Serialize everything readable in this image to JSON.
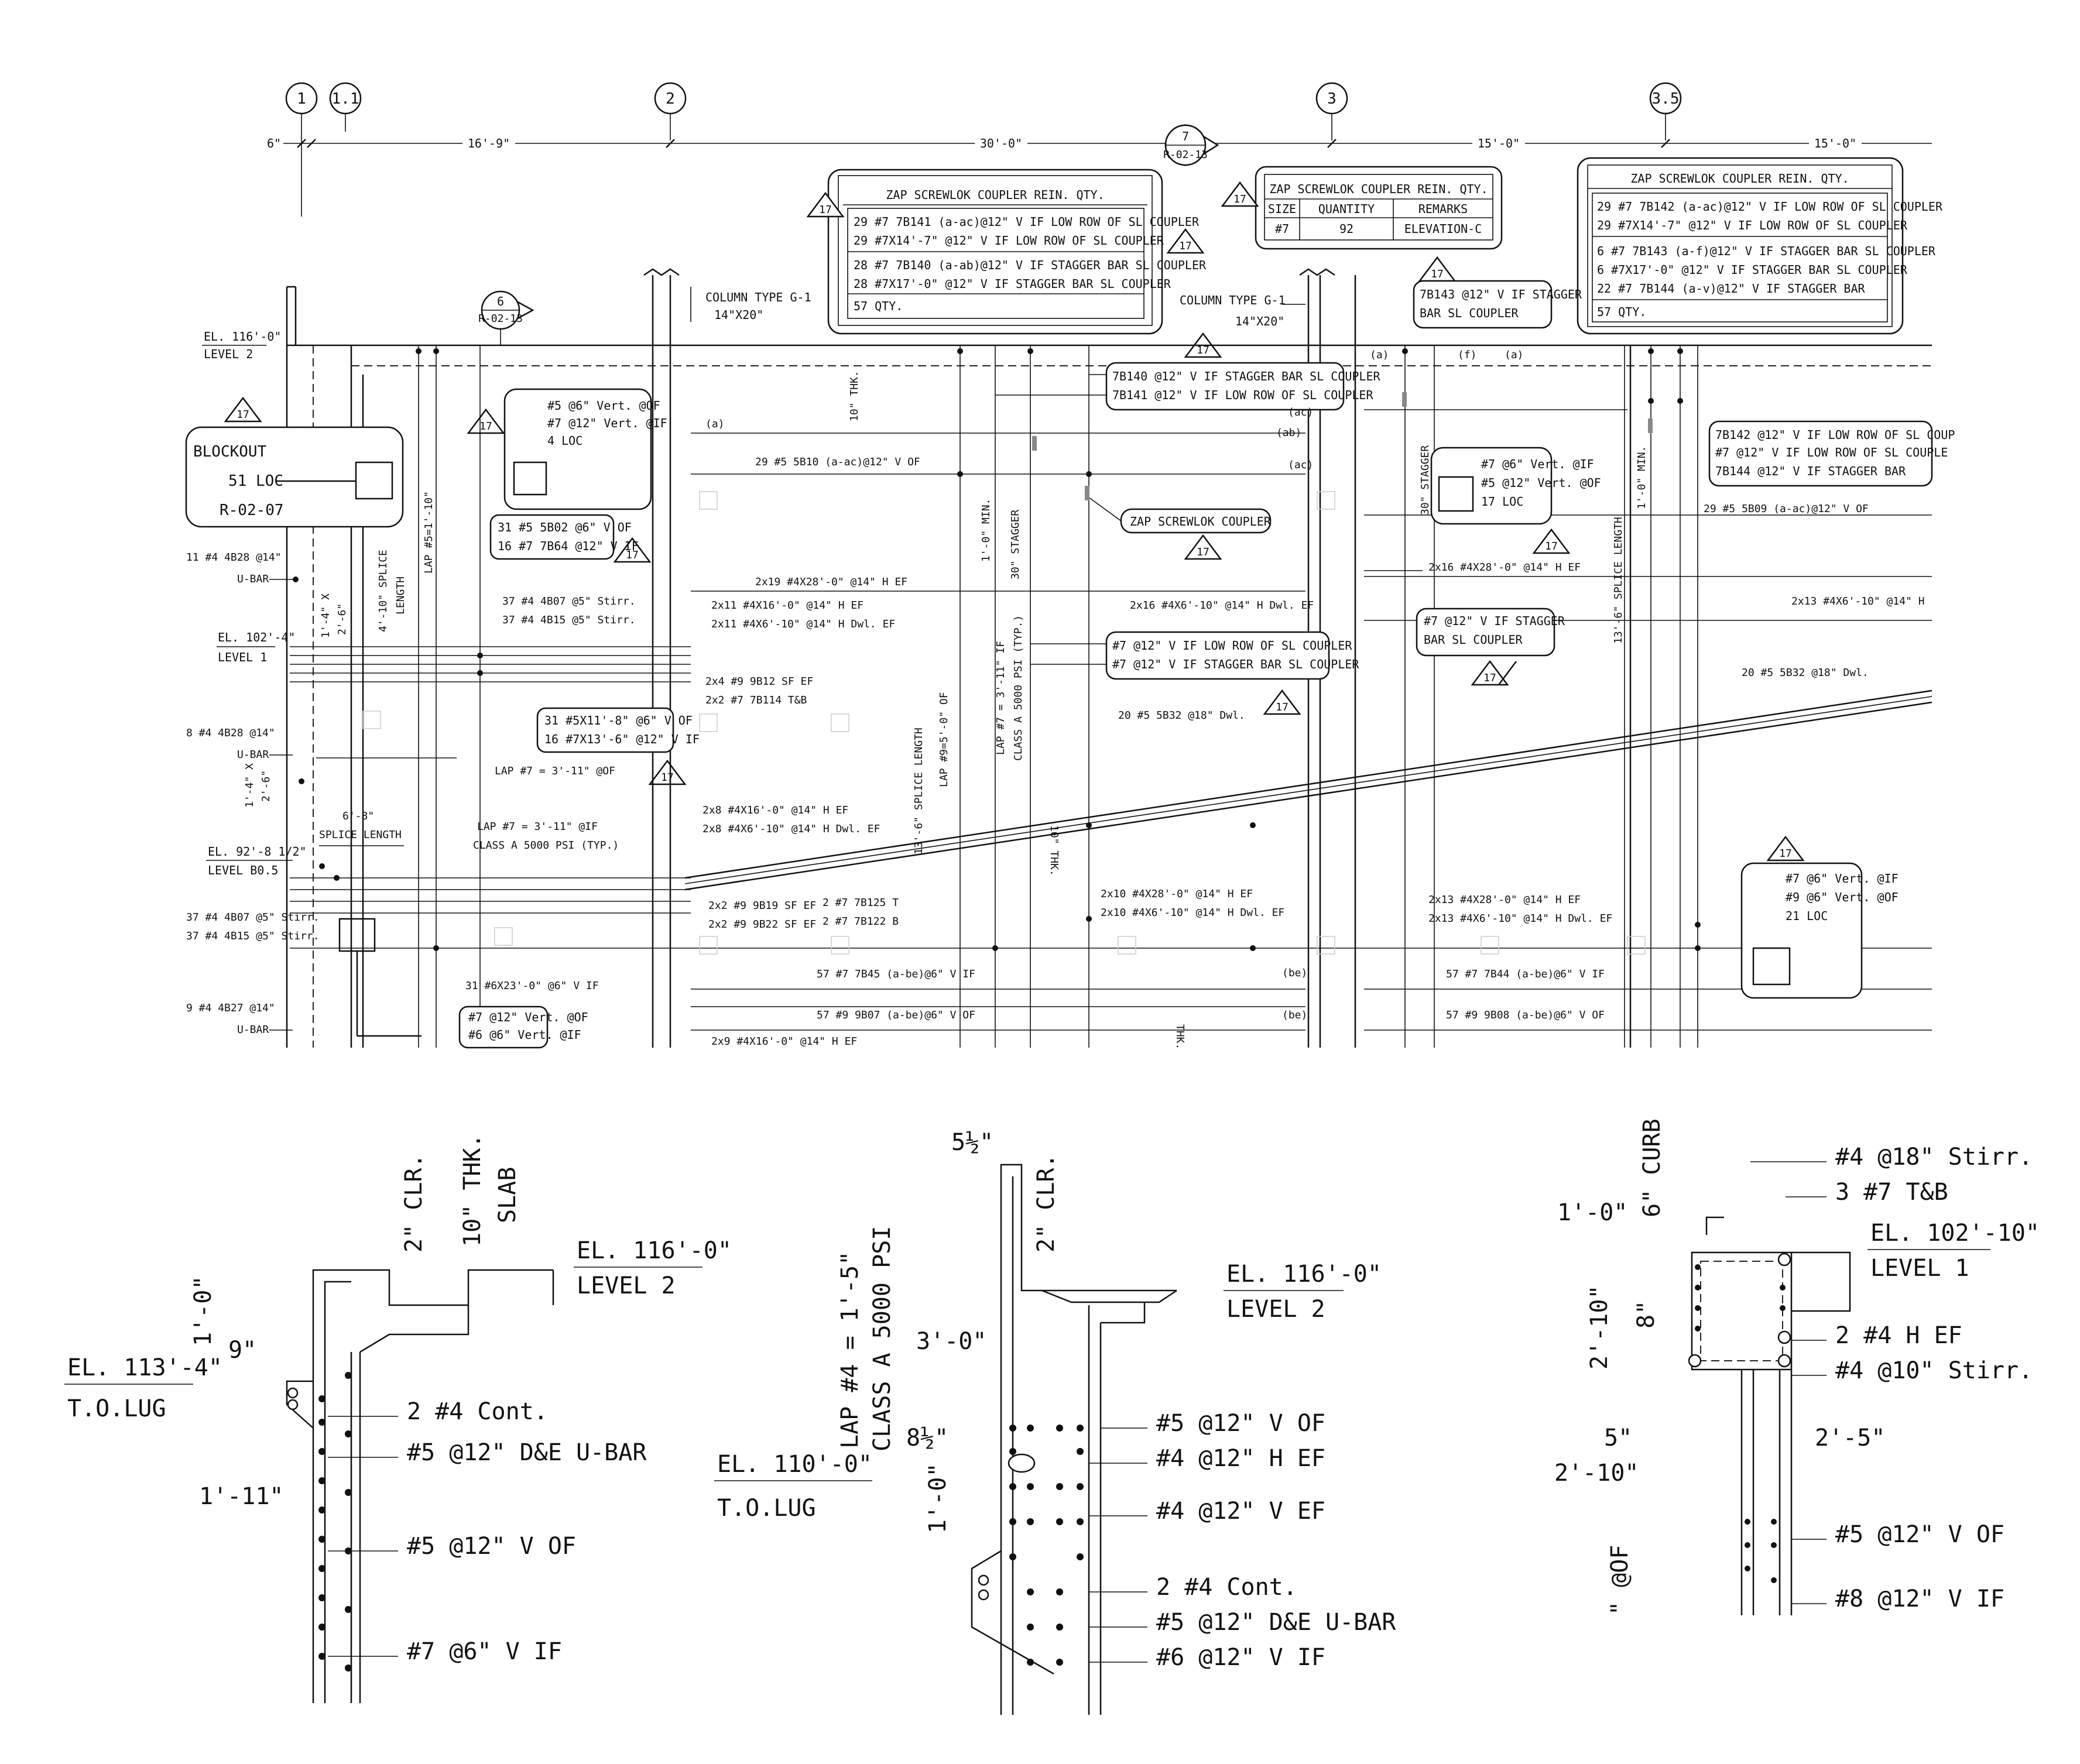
{
  "grid": {
    "bubbles": [
      "1",
      "1.1",
      "2",
      "3",
      "3.5"
    ],
    "spacings": [
      "6\"",
      "16'-9\"",
      "30'-0\"",
      "15'-0\"",
      "15'-0\""
    ]
  },
  "section_refs": [
    {
      "num": "7",
      "sheet": "R-02-13"
    },
    {
      "num": "6",
      "sheet": "R-02-13"
    }
  ],
  "revision": "17",
  "coupler_tables": {
    "left": {
      "title": "ZAP SCREWLOK COUPLER REIN. QTY.",
      "lines": [
        "29 #7 7B141 (a-ac)@12\" V IF LOW ROW OF SL COUPLER",
        "29 #7X14'-7\" @12\" V IF LOW ROW OF SL COUPLER",
        "28 #7 7B140 (a-ab)@12\" V IF STAGGER BAR SL COUPLER",
        "28 #7X17'-0\" @12\" V IF STAGGER BAR SL COUPLER",
        "57 QTY."
      ]
    },
    "middle": {
      "title": "ZAP SCREWLOK COUPLER REIN. QTY.",
      "headers": [
        "SIZE",
        "QUANTITY",
        "REMARKS"
      ],
      "row": [
        "#7",
        "92",
        "ELEVATION-C"
      ]
    },
    "right": {
      "title": "ZAP SCREWLOK COUPLER REIN. QTY.",
      "lines": [
        "29 #7 7B142 (a-ac)@12\" V IF LOW ROW OF SL COUPLER",
        "29 #7X14'-7\" @12\" V IF LOW ROW OF SL COUPLER",
        "6 #7 7B143 (a-f)@12\" V IF STAGGER BAR SL COUPLER",
        "6 #7X17'-0\" @12\" V IF STAGGER BAR SL COUPLER",
        "22 #7 7B144 (a-v)@12\" V IF STAGGER BAR",
        "57 QTY."
      ]
    }
  },
  "column_type": {
    "label": "COLUMN TYPE G-1",
    "size": "14\"X20\""
  },
  "levels": {
    "level2": {
      "el": "EL. 116'-0\"",
      "name": "LEVEL 2"
    },
    "level1": {
      "el": "EL. 102'-4\"",
      "name": "LEVEL 1"
    },
    "levelb05": {
      "el": "EL. 92'-8 1/2\"",
      "name": "LEVEL B0.5"
    }
  },
  "blockout": {
    "line1": "BLOCKOUT",
    "line2": "51 LOC",
    "line3": "R-02-07"
  },
  "callout_boxes": {
    "a": [
      "#5 @6\" Vert. @OF",
      "#7 @12\" Vert. @IF",
      "4 LOC"
    ],
    "b": [
      "#7 @6\" Vert. @IF",
      "#5 @12\" Vert. @OF",
      "17 LOC"
    ],
    "c": [
      "#7 @6\" Vert. @IF",
      "#9 @6\" Vert. @OF",
      "21 LOC"
    ],
    "d": [
      "#7 @12\" Vert. @OF",
      "#6 @6\" Vert. @IF"
    ],
    "e": [
      "31 #5 5B02 @6\" V OF",
      "16 #7 7B64 @12\" V IF"
    ],
    "f": [
      "31 #5X11'-8\" @6\" V OF",
      "16 #7X13'-6\" @12\" V IF"
    ],
    "g": [
      "7B140 @12\" V IF STAGGER BAR SL COUPLER",
      "7B141 @12\" V IF LOW ROW OF SL COUPLER"
    ],
    "h": [
      "7B143 @12\" V IF STAGGER",
      "BAR SL COUPLER"
    ],
    "i": [
      "#7 @12\" V IF LOW ROW OF SL COUPLER",
      "#7 @12\" V IF STAGGER BAR SL COUPLER"
    ],
    "j": [
      "#7 @12\" V IF STAGGER",
      "BAR SL COUPLER"
    ],
    "k": [
      "7B142 @12\" V IF LOW ROW OF SL COUP",
      "#7 @12\" V IF LOW ROW OF SL COUPLE",
      "7B144 @12\" V IF STAGGER BAR"
    ],
    "zap": "ZAP SCREWLOK COUPLER"
  },
  "elevation_notes": {
    "ubar1": "11 #4 4B28 @14\"",
    "ubar1b": "U-BAR",
    "ubar2": "8 #4 4B28 @14\"",
    "ubar2b": "U-BAR",
    "ubar3": "9 #4 4B27 @14\"",
    "ubar3b": "U-BAR",
    "stirr1": "37 #4 4B07 @5\" Stirr.",
    "stirr2": "37 #4 4B15 @5\" Stirr.",
    "stirr3": "37 #4 4B07 @5\" Stirr.",
    "stirr4": "37 #4 4B15 @5\" Stirr.",
    "lap5": "LAP #5=1'-10\"",
    "splice410": "4'-10\" SPLICE",
    "splice410b": "LENGTH",
    "dim14x26a": "1'-4\" X",
    "dim14x26b": "2'-6\"",
    "dim14x26c": "1'-4\" X",
    "dim14x26d": "2'-6\"",
    "splice68": "6'-8\"",
    "splice68b": "SPLICE LENGTH",
    "lap7of": "LAP #7 = 3'-11\" @OF",
    "lap7if": "LAP #7 = 3'-11\" @IF",
    "class5000": "CLASS A 5000 PSI (TYP.)",
    "b510": "29 #5 5B10 (a-ac)@12\" V OF",
    "b509": "29 #5 5B09 (a-ac)@12\" V OF",
    "hef19": "2x19 #4X28'-0\" @14\" H EF",
    "hef16": "2x16 #4X28'-0\" @14\" H EF",
    "hef11a": "2x11 #4X16'-0\" @14\" H EF",
    "hef11b": "2x11 #4X6'-10\" @14\" H Dwl. EF",
    "hef16dwl": "2x16 #4X6'-10\" @14\" H Dwl. EF",
    "hef13": "2x13 #4X6'-10\" @14\" H",
    "b9b12": "2x4 #9 9B12  SF EF",
    "b7b114": "2x2 #7 7B114  T&B",
    "hef8a": "2x8 #4X16'-0\" @14\" H EF",
    "hef8b": "2x8 #4X6'-10\" @14\" H Dwl. EF",
    "b9b19": "2x2 #9 9B19  SF EF",
    "b9b22": "2x2 #9 9B22  SF EF",
    "b7b125": "2 #7 7B125  T",
    "b7b122": "2 #7 7B122  B",
    "hef10a": "2x10 #4X28'-0\" @14\" H EF",
    "hef10b": "2x10 #4X6'-10\" @14\" H Dwl. EF",
    "hef13a": "2x13 #4X28'-0\" @14\" H EF",
    "hef13b": "2x13 #4X6'-10\" @14\" H Dwl. EF",
    "b5b32a": "20 #5 5B32 @18\" Dwl.",
    "b5b32b": "20 #5 5B32 @18\" Dwl.",
    "b7b45": "57 #7 7B45 (a-be)@6\" V IF",
    "b9b07": "57 #9 9B07 (a-be)@6\" V OF",
    "b7b44": "57 #7 7B44 (a-be)@6\" V IF",
    "b9b08": "57 #9 9B08 (a-be)@6\" V OF",
    "b6x23": "31 #6X23'-0\" @6\" V IF",
    "hef9": "2x9 #4X16'-0\" @14\" H EF",
    "splice136a": "13'-6\" SPLICE LENGTH",
    "splice136b": "13'-6\" SPLICE LENGTH",
    "lap9": "LAP #9=5'-0\" OF",
    "min10a": "1'-0\" MIN.",
    "min10b": "1'-0\" MIN.",
    "stag30a": "30\" STAGGER",
    "stag30b": "30\" STAGGER",
    "lap7v1": "LAP #7 = 3'-11\" IF",
    "lap7v2": "CLASS A 5000 PSI (TYP.)",
    "thk10": "10\" THK.",
    "thk10b": "10\" THK.",
    "thk": "THK.",
    "tag_a": "(a)",
    "tag_ab": "(ab)",
    "tag_ac": "(ac)",
    "tag_be": "(be)",
    "tag_f": "(f)"
  },
  "sections": {
    "s1": {
      "dims": [
        "2\" CLR.",
        "10\" THK.",
        "SLAB",
        "9\"",
        "1'-0\"",
        "1'-11\""
      ],
      "el_top": "EL. 116'-0\"",
      "lvl_top": "LEVEL 2",
      "el_lug": "EL. 113'-4\"",
      "lvl_lug": "T.O.LUG",
      "notes": [
        "2 #4 Cont.",
        "#5 @12\" D&E U-BAR",
        "#5 @12\" V OF",
        "#7 @6\" V IF"
      ]
    },
    "s2": {
      "dims": [
        "5½\"",
        "2\" CLR.",
        "3'-0\"",
        "8½\"",
        "1'-0\""
      ],
      "lap": "LAP #4 = 1'-5\"",
      "class": "CLASS A 5000 PSI",
      "el_top": "EL. 116'-0\"",
      "lvl_top": "LEVEL 2",
      "el_lug": "EL. 110'-0\"",
      "lvl_lug": "T.O.LUG",
      "notes": [
        "#5 @12\" V OF",
        "#4 @12\" H EF",
        "#4 @12\" V EF",
        "2 #4 Cont.",
        "#5 @12\" D&E U-BAR",
        "#6 @12\" V IF"
      ]
    },
    "s3": {
      "dims": [
        "1'-0\"",
        "6\" CURB",
        "2'-10\"",
        "8\"",
        "5\"",
        "2'-10\"",
        "2'-5\"",
        "\" @OF"
      ],
      "el_top": "EL. 102'-10\"",
      "lvl_top": "LEVEL 1",
      "notes": [
        "#4 @18\" Stirr.",
        "3 #7 T&B",
        "2 #4 H EF",
        "#4 @10\" Stirr.",
        "#5 @12\" V OF",
        "#8 @12\" V IF"
      ]
    }
  }
}
